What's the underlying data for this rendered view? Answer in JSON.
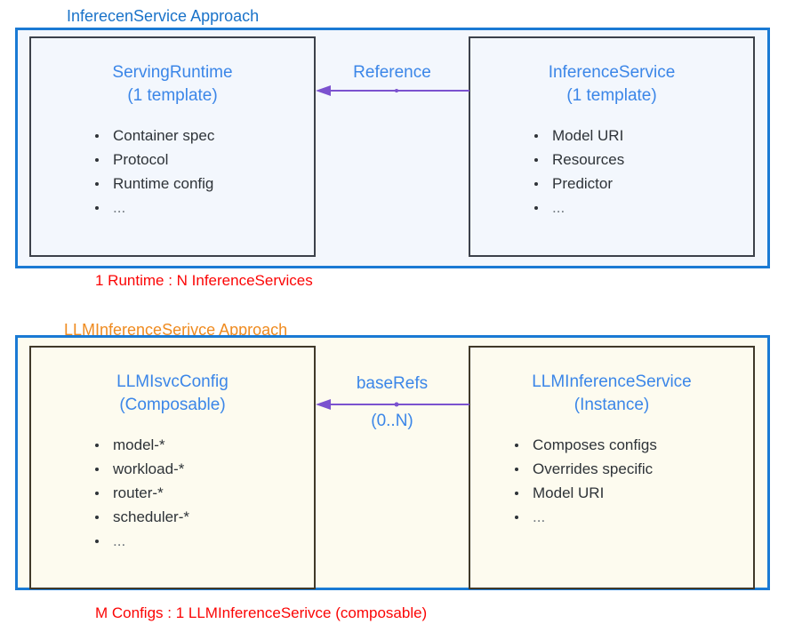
{
  "theme": {
    "panel_border": "#1a7ad4",
    "panel_fill_top": "#f3f7fd",
    "panel_fill_bottom": "#fdfbef",
    "card_border_top": "#3c414a",
    "card_border_bottom": "#40392a",
    "title_blue": "#1a73c9",
    "title_orange": "#ef8b20",
    "text_blue": "#3b86e8",
    "bullet_text": "#2e3338",
    "caption_red": "#fb0505",
    "arrow_purple": "#7b52cf"
  },
  "sections": [
    {
      "title": "InferecenService Approach",
      "left_card": {
        "title": "ServingRuntime",
        "subtitle": "(1 template)",
        "bullets": [
          "Container spec",
          "Protocol",
          "Runtime config",
          "..."
        ]
      },
      "right_card": {
        "title": "InferenceService",
        "subtitle": "(1 template)",
        "bullets": [
          "Model URI",
          "Resources",
          "Predictor",
          "..."
        ]
      },
      "arrow": {
        "label_above": "Reference",
        "label_below": "",
        "direction": "right-to-left"
      },
      "caption": "1 Runtime : N InferenceServices"
    },
    {
      "title": "LLMInferenceSerivce Approach",
      "left_card": {
        "title": "LLMIsvcConfig",
        "subtitle": "(Composable)",
        "bullets": [
          "model-*",
          "workload-*",
          "router-*",
          "scheduler-*",
          "..."
        ]
      },
      "right_card": {
        "title": "LLMInferenceService",
        "subtitle": "(Instance)",
        "bullets": [
          "Composes configs",
          "Overrides specific",
          "Model URI",
          "..."
        ]
      },
      "arrow": {
        "label_above": "baseRefs",
        "label_below": "(0..N)",
        "direction": "right-to-left"
      },
      "caption": "M Configs : 1 LLMInferenceSerivce (composable)"
    }
  ]
}
